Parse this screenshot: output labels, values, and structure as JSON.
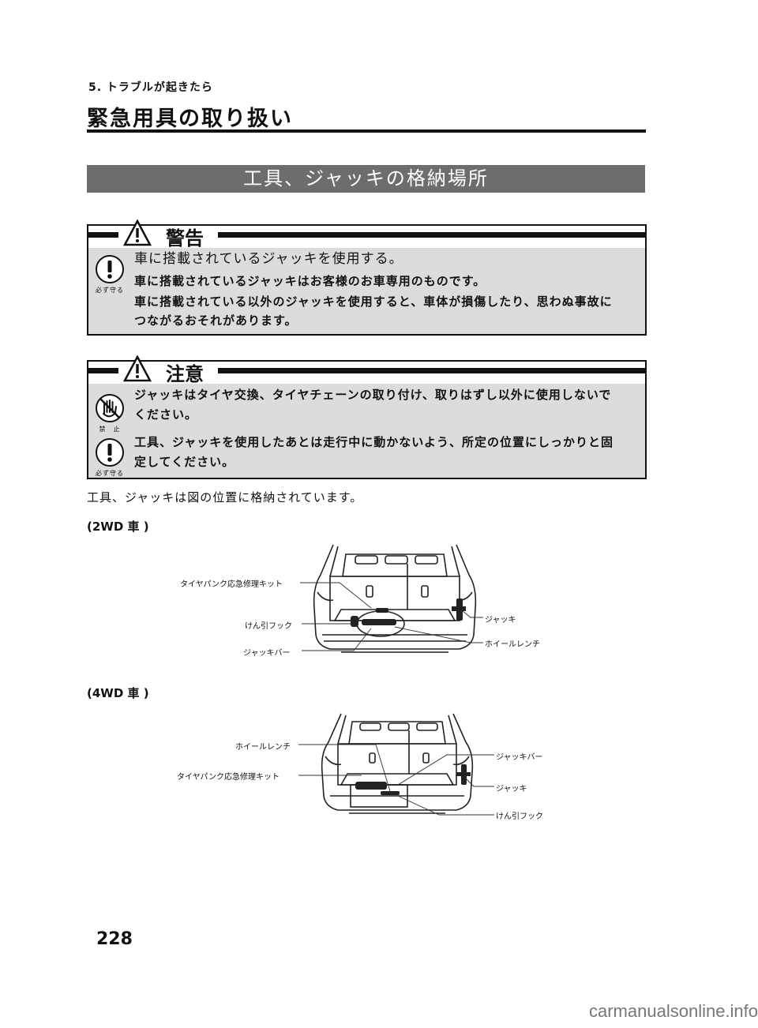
{
  "chapter": "5. トラブルが起きたら",
  "title": "緊急用具の取り扱い",
  "section_title": "工具、ジャッキの格納場所",
  "warning": {
    "label": "警告",
    "symbol_caption": "必ず守る",
    "lead": "車に搭載されているジャッキを使用する。",
    "lines": [
      "車に搭載されているジャッキはお客様のお車専用のものです。",
      "車に搭載されている以外のジャッキを使用すると、車体が損傷したり、思わぬ事故に",
      "つながるおそれがあります。"
    ]
  },
  "caution": {
    "label": "注意",
    "items": [
      {
        "symbol_caption": "禁　止",
        "lines": [
          "ジャッキはタイヤ交換、タイヤチェーンの取り付け、取りはずし以外に使用しないで",
          "ください。"
        ]
      },
      {
        "symbol_caption": "必ず守る",
        "lines": [
          "工具、ジャッキを使用したあとは走行中に動かないよう、所定の位置にしっかりと固",
          "定してください。"
        ]
      }
    ]
  },
  "intro": "工具、ジャッキは図の位置に格納されています。",
  "figure_2wd": {
    "heading": "(2WD 車 )",
    "labels": {
      "repair_kit": "タイヤパンク応急修理キット",
      "tow_hook": "けん引フック",
      "jack_bar": "ジャッキバー",
      "jack": "ジャッキ",
      "wheel_wrench": "ホイールレンチ"
    }
  },
  "figure_4wd": {
    "heading": "(4WD 車 )",
    "labels": {
      "wheel_wrench": "ホイールレンチ",
      "repair_kit": "タイヤパンク応急修理キット",
      "jack_bar": "ジャッキバー",
      "jack": "ジャッキ",
      "tow_hook": "けん引フック"
    }
  },
  "page_number": "228",
  "footer": "carmanualsonline.info"
}
